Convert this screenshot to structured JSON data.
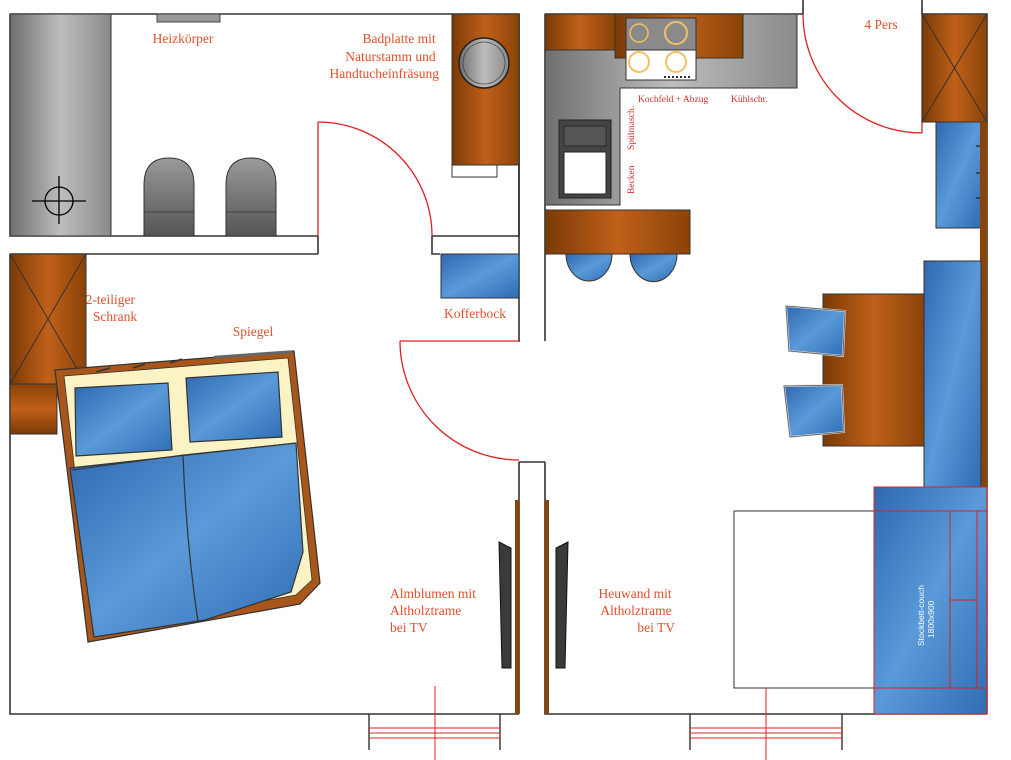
{
  "plan": {
    "rooms": {
      "bathroom": {
        "heater_label": "Heizkörper",
        "countertop_label": [
          "Badplatte mit",
          "Naturstamm und",
          "Handtucheinfräsung"
        ]
      },
      "bedroom": {
        "wardrobe_label": [
          "2-teiliger",
          "Schrank"
        ],
        "mirror_label": "Spiegel",
        "suitcase_rack_label": "Kofferbock",
        "wall_label": [
          "Almblumen mit",
          "Altholztrame",
          "bei TV"
        ]
      },
      "living_kitchen": {
        "dining_label": "4 Pers",
        "dishwasher_label": "Spülmasch.",
        "sink_label": "Becken",
        "cooktop_label": "Kochfeld + Abzug",
        "fridge_label": "Kühlschr.",
        "wall_label": [
          "Heuwand mit",
          "Altholztrame",
          "bei TV"
        ],
        "couch_label": [
          "Stockbett-couch",
          "1800x900"
        ]
      }
    },
    "colors": {
      "wall": "#333333",
      "door_arc": "#e02020",
      "label": "#e0502a",
      "wood": "#b8580f",
      "blue": "#3f82c8",
      "cream": "#fbf3c4",
      "grey": "#8c8c8c"
    }
  }
}
